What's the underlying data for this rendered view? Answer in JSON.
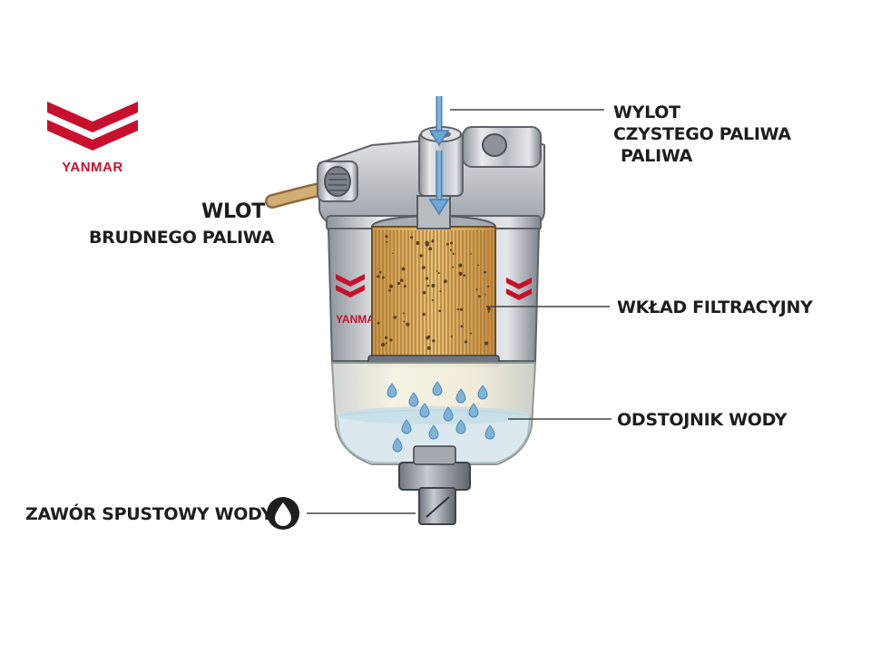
{
  "brand": {
    "name": "YANMAR",
    "color": "#c8102e"
  },
  "labels": {
    "outlet_line1": "WYLOT",
    "outlet_line2": "CZYSTEGO PALIWA",
    "outlet_line3": "PALIWA",
    "inlet_line1": "WLOT",
    "inlet_line2": "BRUDNEGO PALIWA",
    "element": "WKŁAD FILTRACYJNY",
    "sediment": "ODSTOJNIK WODY",
    "drain": "ZAWÓR SPUSTOWY WODY"
  },
  "bowl_brand": "YANMAR",
  "colors": {
    "arrow": "#6aa8d8",
    "filter_paper": "#e3b35e",
    "metal": "#c9cdd2",
    "water": "#d9e9ef",
    "fuel": "#f3e7c4"
  },
  "icons": {
    "drain": "water-drop-icon",
    "flow": "down-arrow-icon"
  }
}
